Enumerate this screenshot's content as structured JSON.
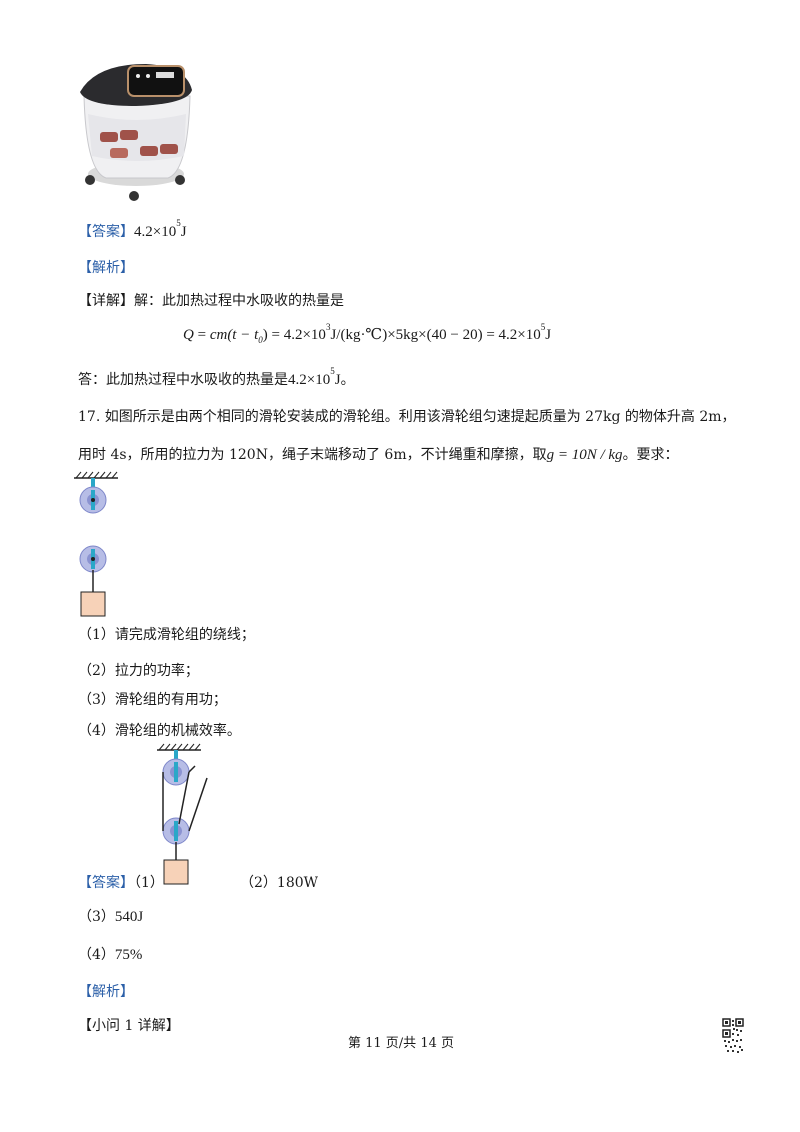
{
  "q16": {
    "answer_tag": "【答案】",
    "answer_value": "4.2×10",
    "answer_exp": "5",
    "answer_unit": "J",
    "analysis_tag": "【解析】",
    "detail_line": "【详解】解：此加热过程中水吸收的热量是",
    "formula": {
      "q": "Q",
      "eq1": " = ",
      "cm": "cm",
      "paren": "(t − t",
      "sub0": "0",
      "close": ")",
      "part2": " = 4.2×10",
      "exp3": "3",
      "part3": "J/(kg·℃)×5kg×(40 − 20)",
      "part4": " = 4.2×10",
      "exp5": "5",
      "unit": "J"
    },
    "conclusion": "答：此加热过程中水吸收的热量是",
    "conclusion_value": "4.2×10",
    "conclusion_exp": "5",
    "conclusion_unit": "J",
    "conclusion_end": "。"
  },
  "q17": {
    "stem_line1": "17. 如图所示是由两个相同的滑轮安装成的滑轮组。利用该滑轮组匀速提起质量为 27kg 的物体升高 2m，",
    "stem_line2": "用时 4s，所用的拉力为 120N，绳子末端移动了 6m，不计绳重和摩擦，取",
    "g_value": "g = 10N / kg",
    "stem_end": "。要求：",
    "items": [
      "（1）请完成滑轮组的绕线；",
      "（2）拉力的功率；",
      "（3）滑轮组的有用功；",
      "（4）滑轮组的机械效率。"
    ],
    "answer_tag": "【答案】",
    "answer_1": "（1）",
    "answer_2": "（2）180W",
    "answer_3_label": "（3）",
    "answer_3": "540J",
    "answer_4_label": "（4）",
    "answer_4": "75%",
    "analysis_tag": "【解析】",
    "sub_heading": "【小问 1 详解】"
  },
  "footer": {
    "page": "第 11 页/共 14 页"
  },
  "colors": {
    "blue_tag": "#2b5fa8",
    "pulley": "#7d86c9",
    "axle": "#2aa7c8",
    "block": "#f7d2b8"
  }
}
